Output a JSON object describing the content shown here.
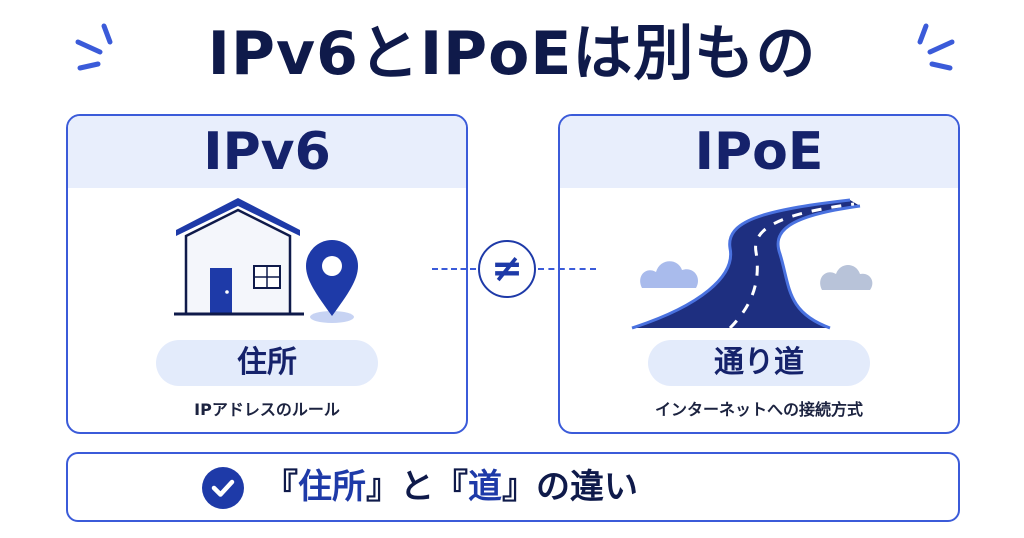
{
  "title": "IPv6とIPoEは別もの",
  "left_card": {
    "heading": "IPv6",
    "illustration_icons": [
      "house-icon",
      "map-pin-icon"
    ],
    "label": "住所",
    "caption": "IPアドレスのルール"
  },
  "right_card": {
    "heading": "IPoE",
    "illustration_icons": [
      "road-icon",
      "bush-icon"
    ],
    "label": "通り道",
    "caption": "インターネットへの接続方式"
  },
  "comparison_symbol": "≠",
  "summary": {
    "icon": "check-circle-icon",
    "open1": "『",
    "term1": "住所",
    "close1": "』",
    "joiner": "と",
    "open2": "『",
    "term2": "道",
    "close2": "』",
    "tail": "の違い"
  },
  "colors": {
    "navy": "#0f1a4a",
    "accent_blue": "#1e3aa8",
    "border_blue": "#3b5bd9",
    "pale_blue": "#e8eefc"
  }
}
